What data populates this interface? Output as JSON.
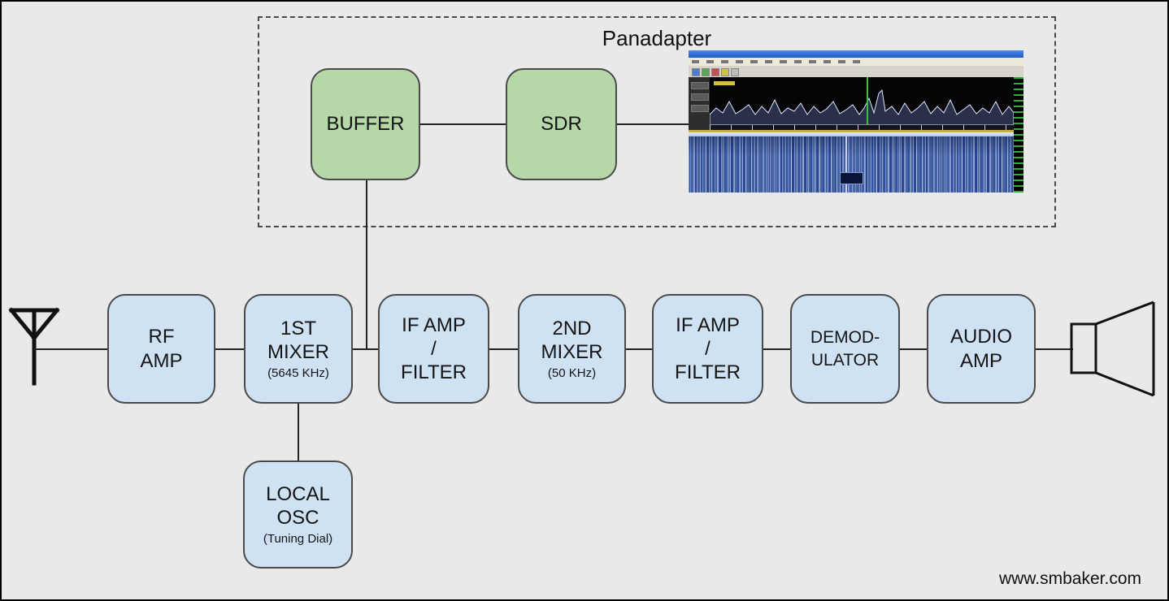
{
  "watermark": "www.smbaker.com",
  "colors": {
    "background": "#e9e9e9",
    "block_blue_fill": "#cfe2f3",
    "block_green_fill": "#b6d7a8",
    "block_border": "#4a4a4a",
    "connector_line": "#222222"
  },
  "panadapter": {
    "title": "Panadapter",
    "buffer": {
      "label": "BUFFER"
    },
    "sdr": {
      "label": "SDR"
    },
    "screenshot": {
      "name": "sdr-waterfall-screenshot"
    }
  },
  "chain": {
    "rf_amp": {
      "line1": "RF",
      "line2": "AMP"
    },
    "mixer1": {
      "line1": "1ST",
      "line2": "MIXER",
      "sub": "(5645 KHz)"
    },
    "if_amp1": {
      "line1": "IF AMP",
      "line2": "/",
      "line3": "FILTER"
    },
    "mixer2": {
      "line1": "2ND",
      "line2": "MIXER",
      "sub": "(50 KHz)"
    },
    "if_amp2": {
      "line1": "IF AMP",
      "line2": "/",
      "line3": "FILTER"
    },
    "demodulator": {
      "line1": "DEMOD-",
      "line2": "ULATOR"
    },
    "audio_amp": {
      "line1": "AUDIO",
      "line2": "AMP"
    },
    "local_osc": {
      "line1": "LOCAL",
      "line2": "OSC",
      "sub": "(Tuning Dial)"
    }
  }
}
